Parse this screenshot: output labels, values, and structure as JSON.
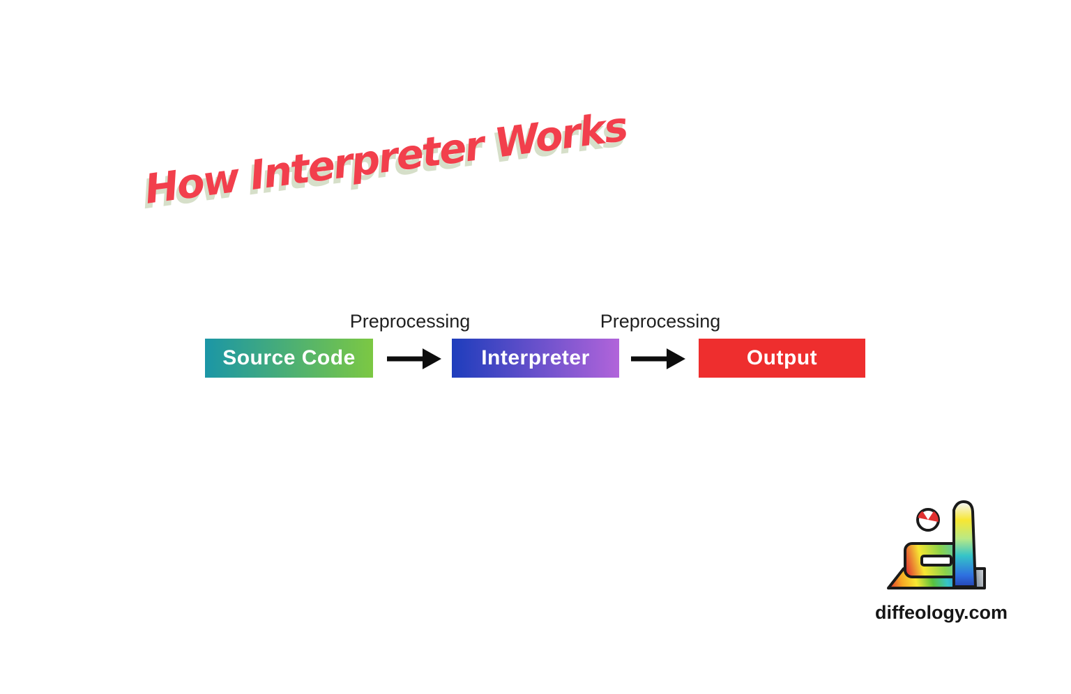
{
  "title": {
    "text": "How Interpreter Works"
  },
  "flow": {
    "nodes": [
      {
        "id": "source-code",
        "label": "Source Code",
        "gradient_from": "#1b96a6",
        "gradient_to": "#7cc843"
      },
      {
        "id": "interpreter",
        "label": "Interpreter",
        "gradient_from": "#1e3dbc",
        "gradient_to": "#b164da"
      },
      {
        "id": "output",
        "label": "Output",
        "gradient_from": "#ee2e2e",
        "gradient_to": "#ee2e2e"
      }
    ],
    "connectors": [
      {
        "label": "Preprocessing",
        "icon": "right-arrow-icon"
      },
      {
        "label": "Preprocessing",
        "icon": "right-arrow-icon"
      }
    ]
  },
  "footer": {
    "brand": "diffeology.com",
    "logo_icon": "diffeology-rainbow-d-logo"
  },
  "colors": {
    "background": "#ffffff",
    "title_text": "#f23f4c",
    "title_shadow": "#d6dfc9",
    "connector_label": "#202020",
    "arrow": "#0d0d0d",
    "node_text": "#ffffff",
    "brand_text": "#161616"
  }
}
